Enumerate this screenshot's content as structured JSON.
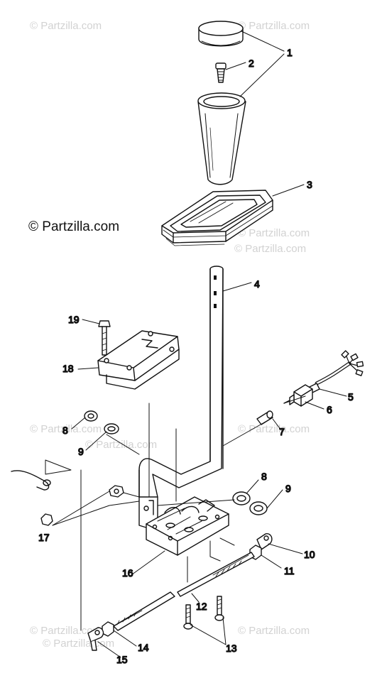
{
  "watermarks": {
    "faint": [
      "© Partzilla.com",
      "© Partzilla.com",
      "© Partzilla.com",
      "© Partzilla.com",
      "© Partzilla.com",
      "© Partzilla.com",
      "© Partzilla.com",
      "© Partzilla.com",
      "© Partzilla.com",
      "© Partzilla.com"
    ],
    "main": "© Partzilla.com"
  },
  "callouts": {
    "c1": "1",
    "c2": "2",
    "c3": "3",
    "c4": "4",
    "c5": "5",
    "c6": "6",
    "c7": "7",
    "c8a": "8",
    "c8b": "8",
    "c9a": "9",
    "c9b": "9",
    "c10": "10",
    "c11": "11",
    "c12": "12",
    "c13": "13",
    "c14": "14",
    "c15": "15",
    "c16": "16",
    "c17": "17",
    "c18": "18",
    "c19": "19"
  },
  "parts": [
    "shift-knob",
    "knob-screw",
    "boot",
    "shift-arm",
    "wire-harness",
    "switch",
    "spacer",
    "washer",
    "bushing",
    "rod-end",
    "nut",
    "shift-rod",
    "bolt",
    "jam-nut",
    "ball-joint",
    "shift-base",
    "nut-clip",
    "cover-plate",
    "cover-bolt"
  ]
}
